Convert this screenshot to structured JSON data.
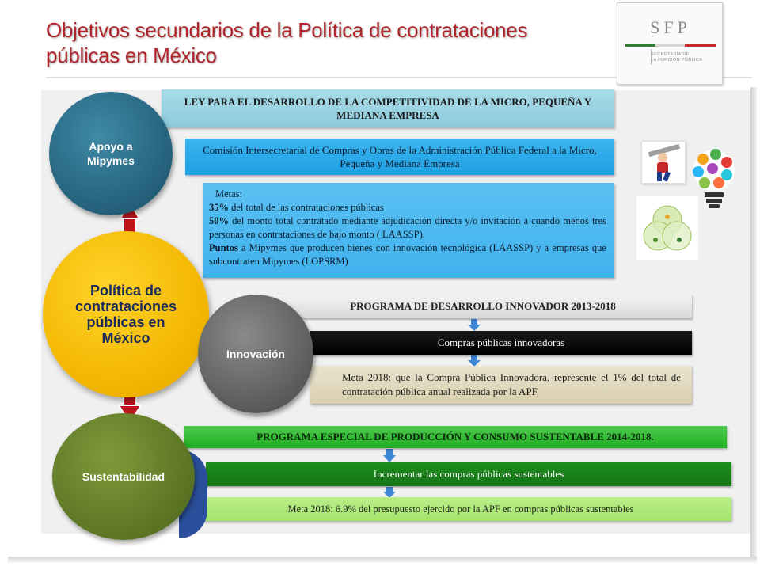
{
  "title": {
    "line1": "Objetivos secundarios de la Política de contrataciones",
    "line2": "públicas en México"
  },
  "logo": {
    "acronym": "SFP",
    "line1": "SECRETARÍA DE",
    "line2": "LA FUNCIÓN PÚBLICA"
  },
  "circles": {
    "apoyo": "Apoyo a Mipymes",
    "politica": "Política de contrataciones públicas en México",
    "innovacion": "Innovación",
    "sustentabilidad": "Sustentabilidad"
  },
  "mipymes": {
    "ley": "LEY PARA EL DESARROLLO DE LA COMPETITIVIDAD DE LA MICRO, PEQUEÑA Y MEDIANA EMPRESA",
    "comision": "Comisión Intersecretarial de Compras y Obras de la Administración Pública Federal a la Micro, Pequeña y Mediana Empresa",
    "metas_label": "Metas:",
    "meta1_bold": "35%",
    "meta1_text": " del total de las contrataciones públicas",
    "meta2_bold": "50%",
    "meta2_text": " del monto total contratado mediante adjudicación directa y/o invitación a cuando menos tres personas en contrataciones de bajo monto ( LAASSP).",
    "meta3_bold": "Puntos",
    "meta3_text": " a Mipymes que producen bienes con innovación tecnológica (LAASSP) y a empresas que subcontraten Mipymes (LOPSRM)"
  },
  "innovacion": {
    "programa": "PROGRAMA DE DESARROLLO INNOVADOR 2013-2018",
    "compras": "Compras públicas innovadoras",
    "meta": "Meta 2018: que la Compra Pública Innovadora, represente el 1% del total de contratación pública anual realizada por la APF"
  },
  "sustentabilidad": {
    "programa": "PROGRAMA ESPECIAL DE PRODUCCIÓN Y CONSUMO SUSTENTABLE 2014-2018.",
    "incrementar": "Incrementar las compras públicas sustentables",
    "meta": "Meta 2018: 6.9% del presupuesto ejercido por la APF en compras públicas sustentables"
  },
  "colors": {
    "title": "#b0252b",
    "arrow_red": "#c0141c",
    "arrow_blue": "#3f86d6"
  }
}
